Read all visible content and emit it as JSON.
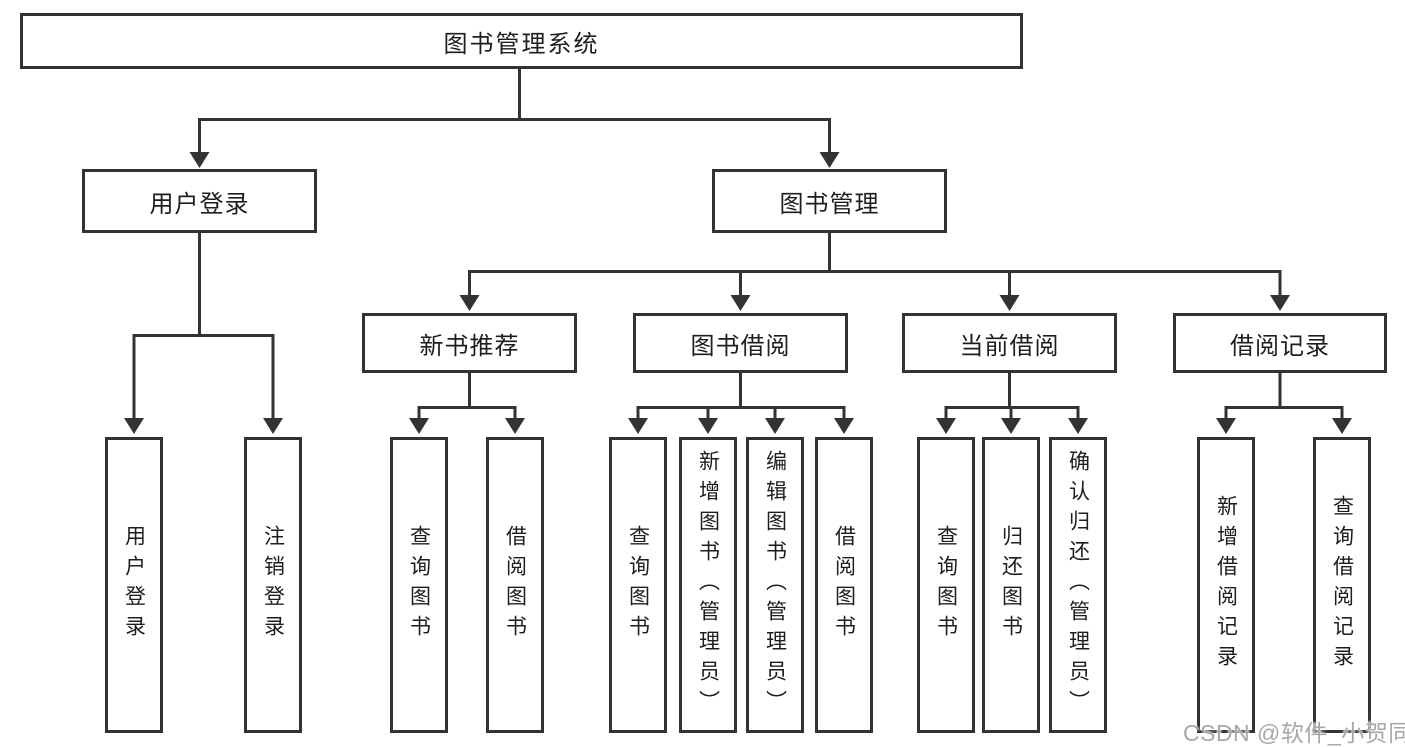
{
  "colors": {
    "background": "#ffffff",
    "line": "#333333",
    "box_border": "#333333",
    "text": "#1e1e1e",
    "watermark_text": "#a8a8a8"
  },
  "tree": {
    "root": "图书管理系统",
    "branches": [
      {
        "label": "用户登录",
        "leaves": [
          "用户登录",
          "注销登录"
        ]
      },
      {
        "label": "图书管理",
        "groups": [
          {
            "label": "新书推荐",
            "leaves": [
              "查询图书",
              "借阅图书"
            ]
          },
          {
            "label": "图书借阅",
            "leaves": [
              "查询图书",
              "新增图书（管理员）",
              "编辑图书（管理员）",
              "借阅图书"
            ]
          },
          {
            "label": "当前借阅",
            "leaves": [
              "查询图书",
              "归还图书",
              "确认归还（管理员）"
            ]
          },
          {
            "label": "借阅记录",
            "leaves": [
              "新增借阅记录",
              "查询借阅记录"
            ]
          }
        ]
      }
    ]
  },
  "watermark": "CSDN @软件_小贺同学"
}
